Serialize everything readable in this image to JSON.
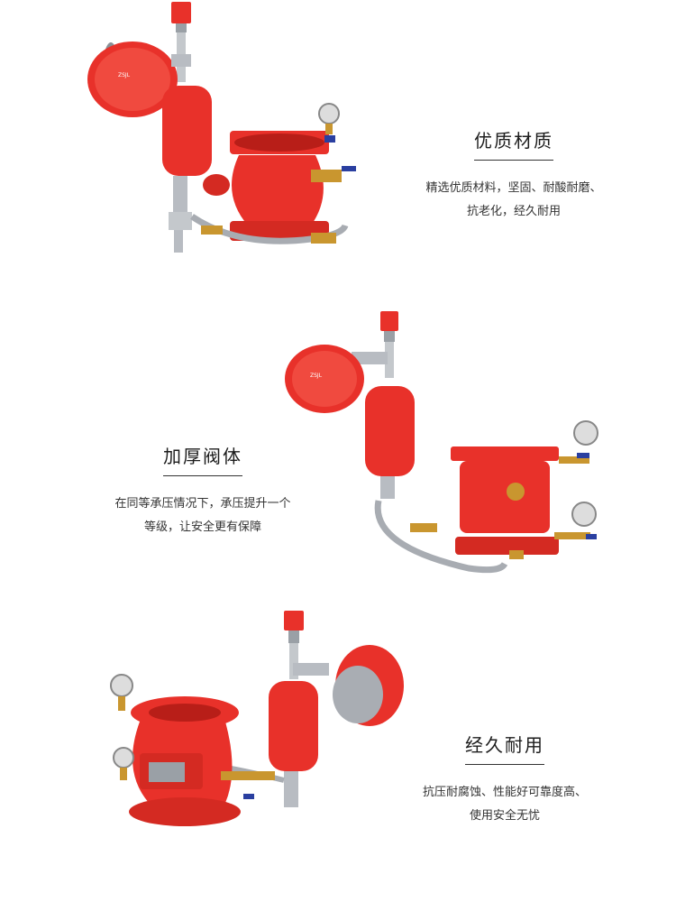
{
  "sections": [
    {
      "title": "优质材质",
      "desc_lines": [
        "精选优质材料，坚固、耐酸耐磨、",
        "抗老化，经久耐用"
      ]
    },
    {
      "title": "加厚阀体",
      "desc_lines": [
        "在同等承压情况下，承压提升一个",
        "等级，让安全更有保障"
      ]
    },
    {
      "title": "经久耐用",
      "desc_lines": [
        "抗压耐腐蚀、性能好可靠度高、",
        "使用安全无忧"
      ]
    }
  ],
  "colors": {
    "valve_red": "#e8312a",
    "valve_dark_red": "#b81e18",
    "brass": "#c9962f",
    "steel": "#b8bcc2",
    "handle_blue": "#2a3fa0"
  }
}
